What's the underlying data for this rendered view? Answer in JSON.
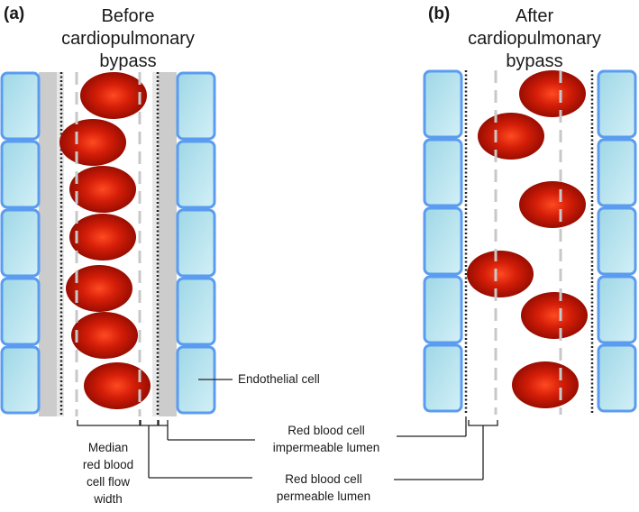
{
  "panel_a": {
    "label": "(a)",
    "title_lines": [
      "Before",
      "cardiopulmonary",
      "bypass"
    ]
  },
  "panel_b": {
    "label": "(b)",
    "title_lines": [
      "After",
      "cardiopulmonary",
      "bypass"
    ]
  },
  "annotations": {
    "endothelial_cell": "Endothelial cell",
    "median_width_lines": [
      "Median",
      "red blood",
      "cell flow",
      "width"
    ],
    "impermeable_lines": [
      "Red blood cell",
      "impermeable lumen"
    ],
    "permeable_lines": [
      "Red blood cell",
      "permeable lumen"
    ]
  },
  "colors": {
    "endothelial_fill": "#aee0ec",
    "endothelial_border": "#5b9cf0",
    "red_cell_center": "#ff3b1c",
    "red_cell_edge": "#8e0a00",
    "glycocalyx_gray": "#cccccc",
    "dashed_line": "#c8c8c8",
    "dotted_line": "#222222"
  }
}
